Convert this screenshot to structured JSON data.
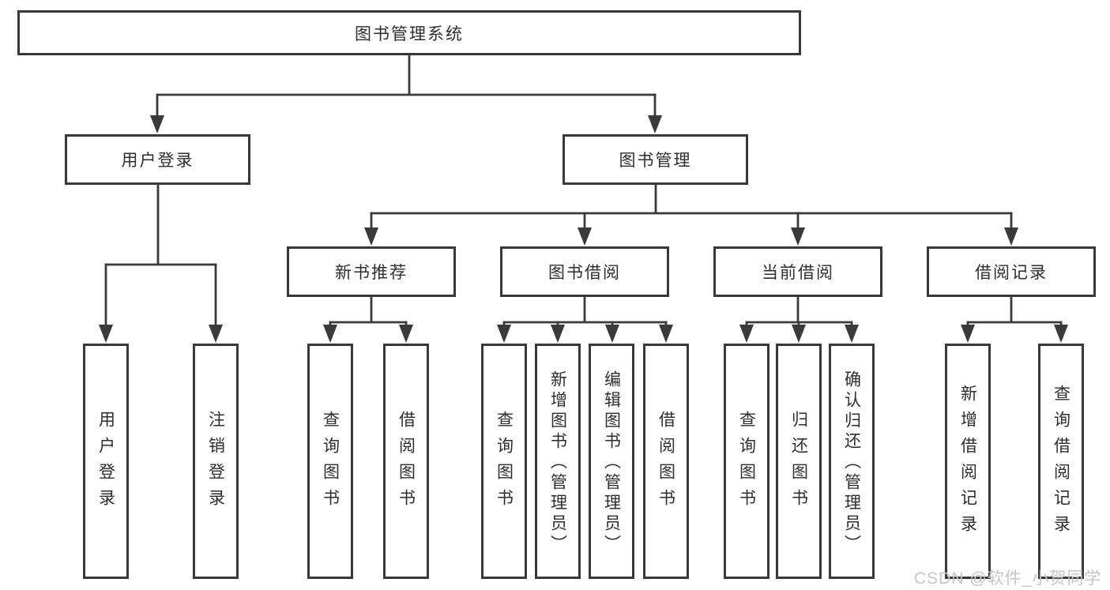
{
  "tree": {
    "root": {
      "label": "图书管理系统"
    },
    "branches": [
      {
        "label": "用户登录",
        "children": [
          {
            "label": "用户登录"
          },
          {
            "label": "注销登录"
          }
        ]
      },
      {
        "label": "图书管理",
        "children": [
          {
            "label": "新书推荐",
            "children": [
              {
                "label": "查询图书"
              },
              {
                "label": "借阅图书"
              }
            ]
          },
          {
            "label": "图书借阅",
            "children": [
              {
                "label": "查询图书"
              },
              {
                "label": "新增图书（管理员）"
              },
              {
                "label": "编辑图书（管理员）"
              },
              {
                "label": "借阅图书"
              }
            ]
          },
          {
            "label": "当前借阅",
            "children": [
              {
                "label": "查询图书"
              },
              {
                "label": "归还图书"
              },
              {
                "label": "确认归还（管理员）"
              }
            ]
          },
          {
            "label": "借阅记录",
            "children": [
              {
                "label": "新增借阅记录"
              },
              {
                "label": "查询借阅记录"
              }
            ]
          }
        ]
      }
    ]
  },
  "watermark": "CSDN @软件_小贺同学",
  "colors": {
    "line": "#3a3a3a",
    "box_border": "#383838",
    "text": "#2e2e2e",
    "watermark": "#c6c6c6",
    "background": "#ffffff"
  }
}
